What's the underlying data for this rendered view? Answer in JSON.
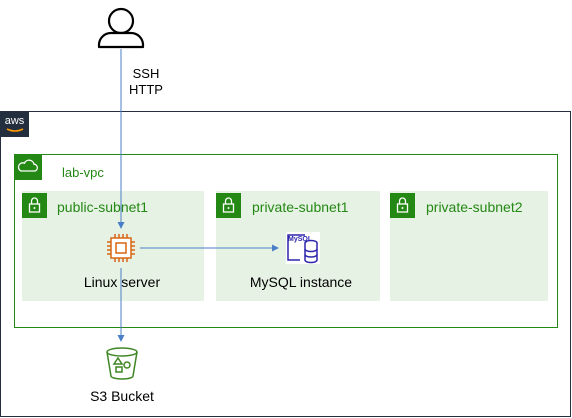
{
  "user": {
    "protocols": [
      "SSH",
      "HTTP"
    ]
  },
  "cloud": {
    "badge": "aws"
  },
  "vpc": {
    "label": "lab-vpc"
  },
  "subnets": [
    {
      "label": "public-subnet1"
    },
    {
      "label": "private-subnet1"
    },
    {
      "label": "private-subnet2"
    }
  ],
  "nodes": {
    "linux": {
      "label": "Linux server"
    },
    "mysql": {
      "label": "MySQL instance",
      "icon_text": "MySQL"
    },
    "s3": {
      "label": "S3 Bucket"
    }
  },
  "colors": {
    "vpc_green": "#248814",
    "subnet_fill": "#e6f2e4",
    "ec2_orange": "#d86613",
    "rds_blue": "#2e27ad",
    "s3_green": "#3f8624",
    "arrow_blue": "#4a7fc7",
    "aws_dark": "#232f3e"
  }
}
